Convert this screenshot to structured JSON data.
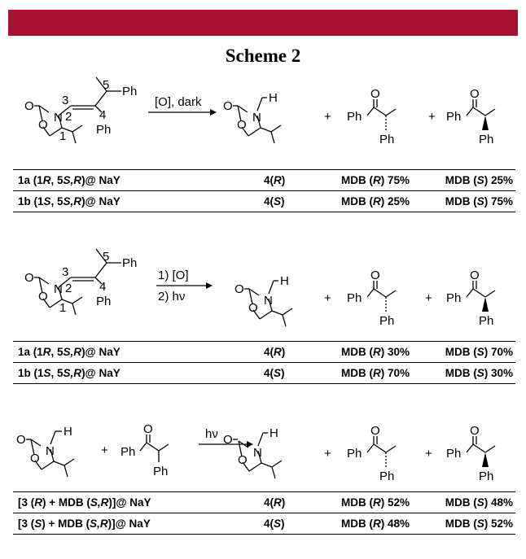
{
  "scheme_title": "Scheme 2",
  "atom_labels": {
    "ph": "Ph",
    "o": "O",
    "n": "N",
    "h": "H"
  },
  "locants": {
    "one": "1",
    "two": "2",
    "three": "3",
    "four": "4",
    "five": "5"
  },
  "plus": "+",
  "reactions": [
    {
      "reagent_top": "[O], dark",
      "reagent_bottom": "",
      "rows": [
        {
          "substrate_prefix": "1a (1",
          "s_r1": "R",
          "s_mid": ", 5",
          "s_r2": "S,R",
          "s_suffix": ")@ NaY",
          "aldehyde_num": "4(",
          "aldehyde_cfg": "R",
          "aldehyde_close": ")",
          "mdb_r_label": "MDB (",
          "mdb_r_cfg": "R",
          "mdb_r_val": ") 75%",
          "mdb_s_label": "MDB (",
          "mdb_s_cfg": "S",
          "mdb_s_val": ") 25%"
        },
        {
          "substrate_prefix": "1b (1",
          "s_r1": "S",
          "s_mid": ", 5",
          "s_r2": "S,R",
          "s_suffix": ")@ NaY",
          "aldehyde_num": "4(",
          "aldehyde_cfg": "S",
          "aldehyde_close": ")",
          "mdb_r_label": "MDB (",
          "mdb_r_cfg": "R",
          "mdb_r_val": ") 25%",
          "mdb_s_label": "MDB (",
          "mdb_s_cfg": "S",
          "mdb_s_val": ") 75%"
        }
      ]
    },
    {
      "reagent_top": "1) [O]",
      "reagent_bottom": "2) hν",
      "rows": [
        {
          "substrate_prefix": "1a (1",
          "s_r1": "R",
          "s_mid": ", 5",
          "s_r2": "S,R",
          "s_suffix": ")@ NaY",
          "aldehyde_num": "4(",
          "aldehyde_cfg": "R",
          "aldehyde_close": ")",
          "mdb_r_label": "MDB (",
          "mdb_r_cfg": "R",
          "mdb_r_val": ") 30%",
          "mdb_s_label": "MDB (",
          "mdb_s_cfg": "S",
          "mdb_s_val": ") 70%"
        },
        {
          "substrate_prefix": "1b (1",
          "s_r1": "S",
          "s_mid": ", 5",
          "s_r2": "S,R",
          "s_suffix": ")@ NaY",
          "aldehyde_num": "4(",
          "aldehyde_cfg": "S",
          "aldehyde_close": ")",
          "mdb_r_label": "MDB (",
          "mdb_r_cfg": "R",
          "mdb_r_val": ") 70%",
          "mdb_s_label": "MDB (",
          "mdb_s_cfg": "S",
          "mdb_s_val": ") 30%"
        }
      ]
    },
    {
      "reagent_top": "hν",
      "reagent_bottom": "",
      "rows": [
        {
          "substrate_prefix": "[3 (",
          "s_r1": "R",
          "s_mid": ") + MDB (",
          "s_r2": "S,R",
          "s_suffix": ")]@ NaY",
          "aldehyde_num": "4(",
          "aldehyde_cfg": "R",
          "aldehyde_close": ")",
          "mdb_r_label": "MDB (",
          "mdb_r_cfg": "R",
          "mdb_r_val": ") 52%",
          "mdb_s_label": "MDB (",
          "mdb_s_cfg": "S",
          "mdb_s_val": ") 48%"
        },
        {
          "substrate_prefix": "[3 (",
          "s_r1": "S",
          "s_mid": ") + MDB (",
          "s_r2": "S,R",
          "s_suffix": ")]@ NaY",
          "aldehyde_num": "4(",
          "aldehyde_cfg": "S",
          "aldehyde_close": ")",
          "mdb_r_label": "MDB (",
          "mdb_r_cfg": "R",
          "mdb_r_val": ") 48%",
          "mdb_s_label": "MDB (",
          "mdb_s_cfg": "S",
          "mdb_s_val": ") 52%"
        }
      ]
    }
  ]
}
